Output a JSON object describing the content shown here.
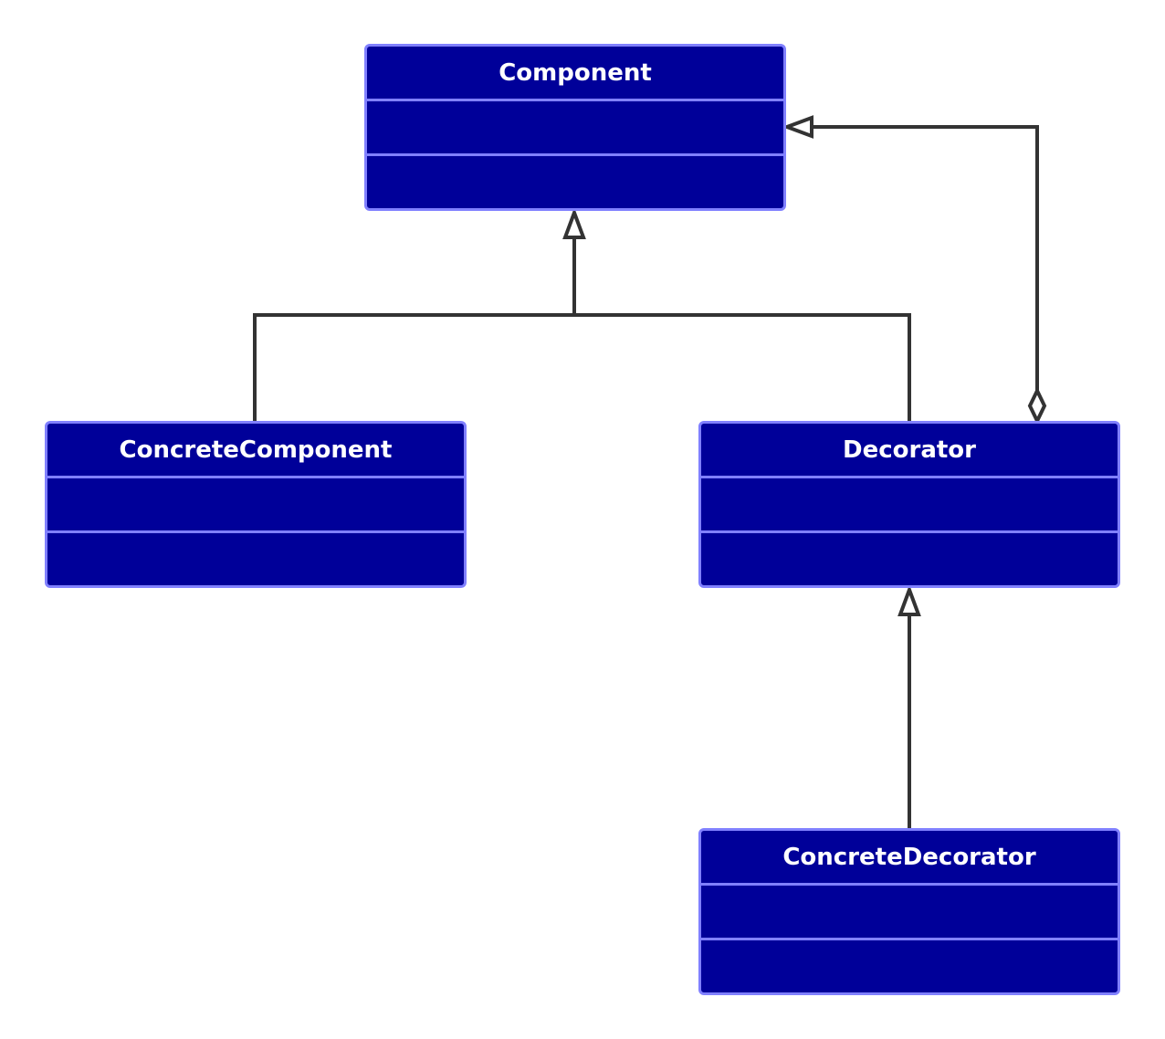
{
  "diagram": {
    "classes": [
      {
        "id": "component",
        "name": "Component",
        "attributes": [],
        "operations": []
      },
      {
        "id": "concrete_component",
        "name": "ConcreteComponent",
        "attributes": [],
        "operations": []
      },
      {
        "id": "decorator",
        "name": "Decorator",
        "attributes": [],
        "operations": []
      },
      {
        "id": "concrete_decorator",
        "name": "ConcreteDecorator",
        "attributes": [],
        "operations": []
      }
    ],
    "relationships": [
      {
        "type": "generalization",
        "from": "ConcreteComponent",
        "to": "Component"
      },
      {
        "type": "generalization",
        "from": "Decorator",
        "to": "Component"
      },
      {
        "type": "aggregation",
        "from": "Decorator",
        "to": "Component"
      },
      {
        "type": "generalization",
        "from": "ConcreteDecorator",
        "to": "Decorator"
      }
    ]
  },
  "colors": {
    "class_fill": "#000099",
    "class_border": "#8080ff",
    "class_text": "#ffffff",
    "connector": "#333333"
  }
}
